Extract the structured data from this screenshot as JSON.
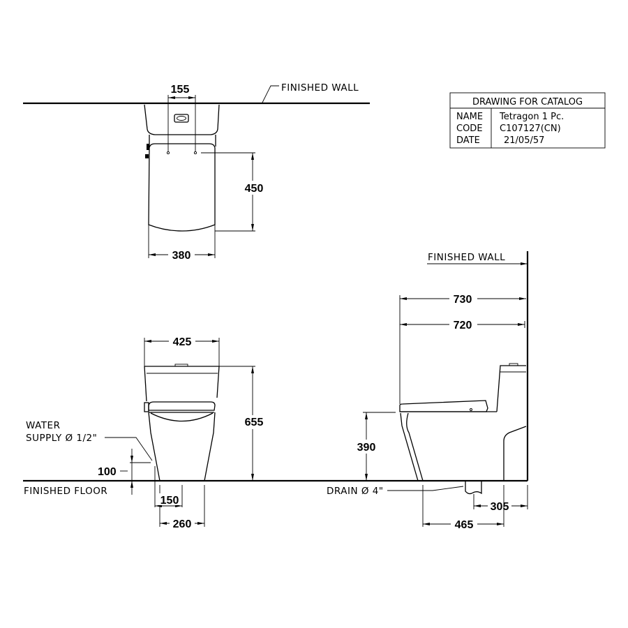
{
  "title_block": {
    "heading": "DRAWING FOR CATALOG",
    "rows": [
      {
        "key": "NAME",
        "value": "Tetragon 1 Pc."
      },
      {
        "key": "CODE",
        "value": "C107127(CN)"
      },
      {
        "key": "DATE",
        "value": "21/05/57"
      }
    ]
  },
  "top_view": {
    "wall_label": "FINISHED WALL",
    "dims": {
      "hole_spacing": "155",
      "seat_depth": "450",
      "width": "380"
    }
  },
  "front_view": {
    "dims": {
      "tank_width": "425",
      "height": "655",
      "supply_height": "100",
      "supply_offset": "150",
      "base_width": "260"
    },
    "water_supply_label_1": "WATER",
    "water_supply_label_2": "SUPPLY Ø 1/2\"",
    "floor_label": "FINISHED FLOOR"
  },
  "side_view": {
    "wall_label": "FINISHED WALL",
    "dims": {
      "overall_length": "730",
      "bowl_length": "720",
      "seat_height": "390",
      "rough_in": "305",
      "drain_to_front": "465"
    },
    "drain_label": "DRAIN Ø 4\""
  }
}
